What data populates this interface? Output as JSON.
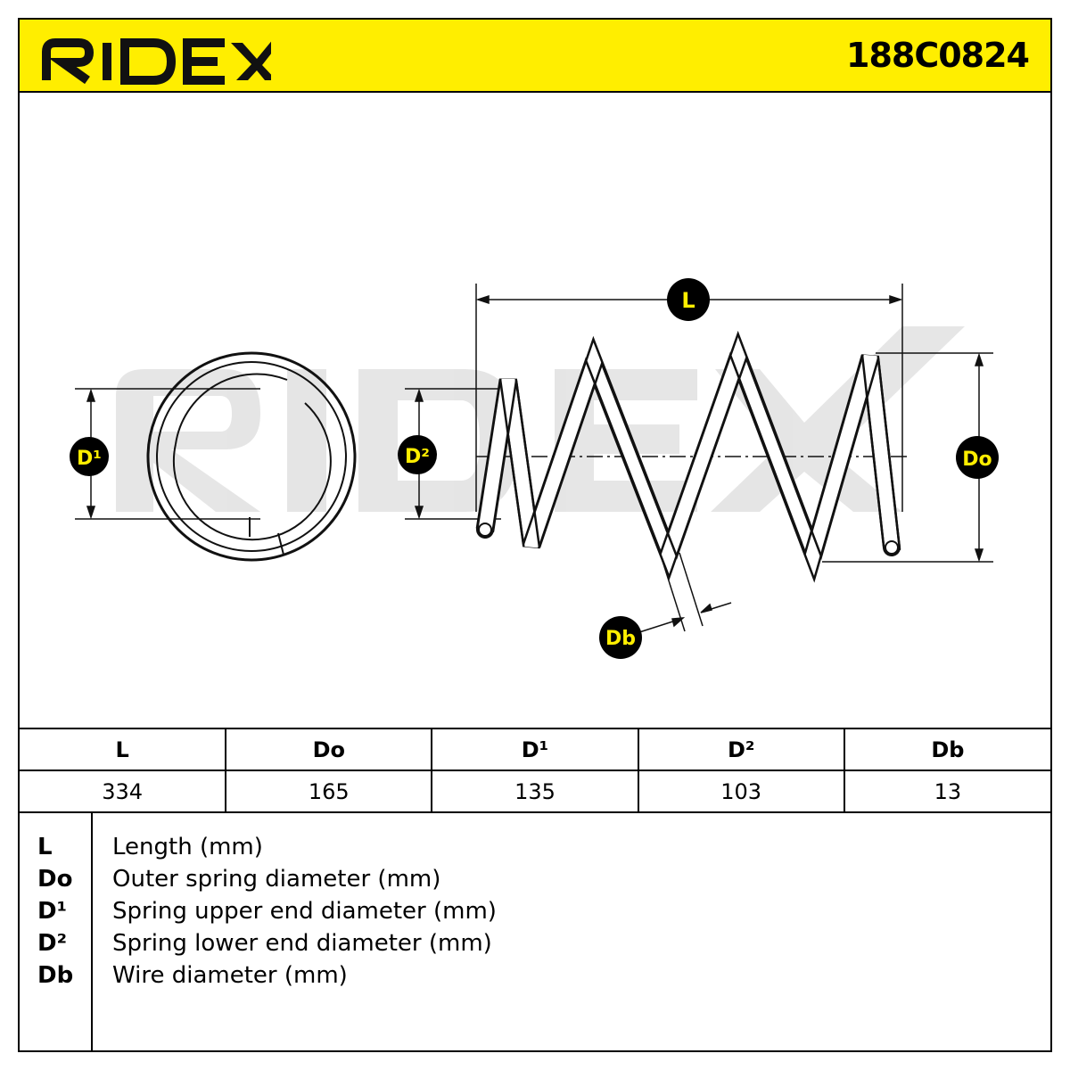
{
  "brand": {
    "name": "RIDEX",
    "color": "#ffee00"
  },
  "part_number": "188C0824",
  "diagram": {
    "labels": {
      "length": "L",
      "outer_diameter": "Do",
      "upper_end_diameter": "D¹",
      "lower_end_diameter": "D²",
      "wire_diameter": "Db"
    },
    "watermark": "RIDEX"
  },
  "table": {
    "headers": [
      "L",
      "Do",
      "D¹",
      "D²",
      "Db"
    ],
    "values": [
      "334",
      "165",
      "135",
      "103",
      "13"
    ]
  },
  "legend": [
    {
      "code": "L",
      "description": "Length (mm)"
    },
    {
      "code": "Do",
      "description": "Outer spring diameter (mm)"
    },
    {
      "code": "D¹",
      "description": "Spring upper end diameter (mm)"
    },
    {
      "code": "D²",
      "description": "Spring lower end diameter (mm)"
    },
    {
      "code": "Db",
      "description": "Wire diameter (mm)"
    }
  ]
}
